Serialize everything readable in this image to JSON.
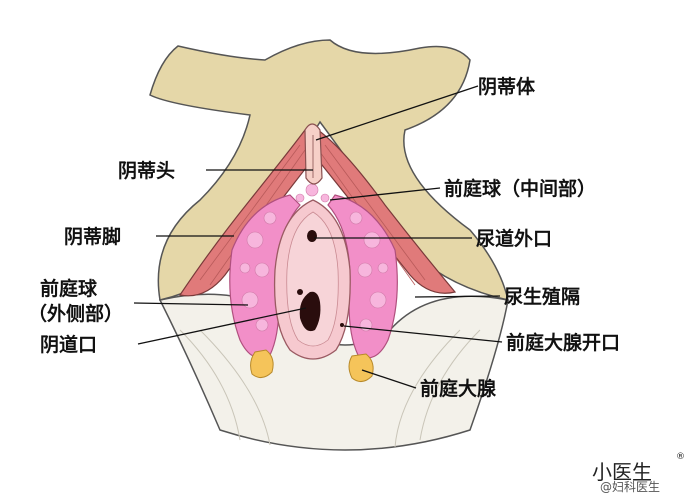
{
  "labels": {
    "clitoral_body": "阴蒂体",
    "glans_clitoris": "阴蒂头",
    "vestibular_bulb_middle": "前庭球（中间部）",
    "crus_clitoris": "阴蒂脚",
    "external_urethral_orifice": "尿道外口",
    "vestibular_bulb_lateral_1": "前庭球",
    "vestibular_bulb_lateral_2": "（外侧部）",
    "urogenital_diaphragm": "尿生殖隔",
    "vaginal_orifice": "阴道口",
    "greater_vestibular_gland_opening": "前庭大腺开口",
    "greater_vestibular_gland": "前庭大腺"
  },
  "watermark": {
    "brand": "小医生",
    "registered": "®",
    "source": "@妇科医生"
  },
  "colors": {
    "bone": "#e5d7a8",
    "muscle": "#e07a7a",
    "bulb": "#f28fc8",
    "vestibule": "#f6c9cf",
    "gland": "#f5c45a",
    "diaphragm": "#f3f1ea"
  }
}
